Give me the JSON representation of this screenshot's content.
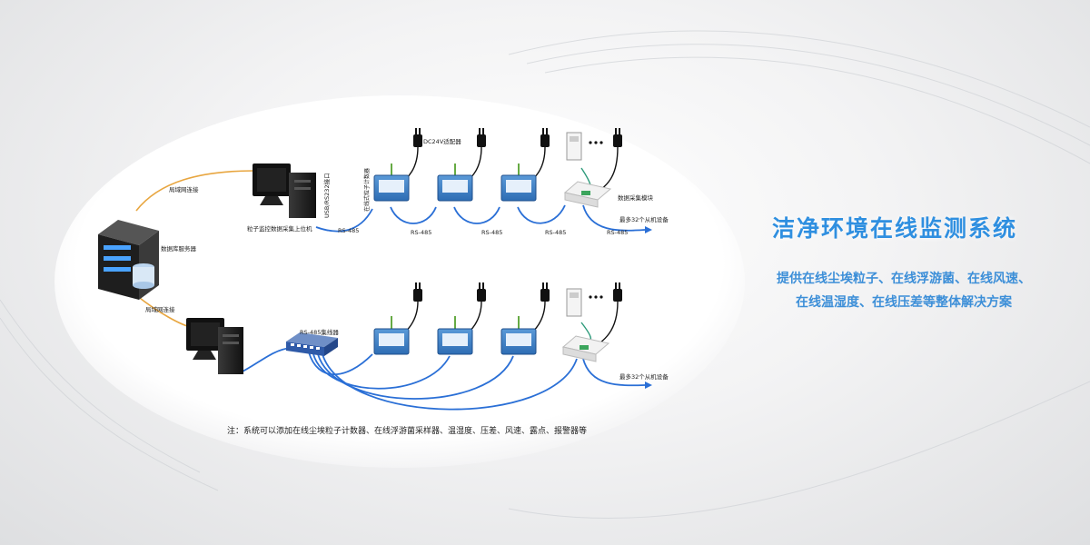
{
  "heading": {
    "title": "洁净环境在线监测系统",
    "description_line1": "提供在线尘埃粒子、在线浮游菌、在线风速、",
    "description_line2": "在线温湿度、在线压差等整体解决方案"
  },
  "diagram": {
    "server_label": "数据库服务器",
    "lan_label_top": "局域网连接",
    "lan_label_bottom": "局域网连接",
    "host_label": "粒子监控数据采集上位机",
    "usb_label": "USB/RS232接口",
    "power_label": "DC24V适配器",
    "particle_counter_label": "在线式粒子计数器",
    "rs485_label": "RS-485",
    "acquisition_label": "数据采集模块",
    "max_devices_label_top": "最多32个从机设备",
    "max_devices_label_bottom": "最多32个从机设备",
    "hub_label": "RS-485集线器",
    "note": "注：系统可以添加在线尘埃粒子计数器、在线浮游菌采样器、温湿度、压差、风速、露点、报警器等"
  },
  "colors": {
    "accent": "#2f8fe0",
    "cable_blue": "#2a6fd6",
    "lan_orange": "#e8a640",
    "device_blue": "#3d7ec6"
  }
}
